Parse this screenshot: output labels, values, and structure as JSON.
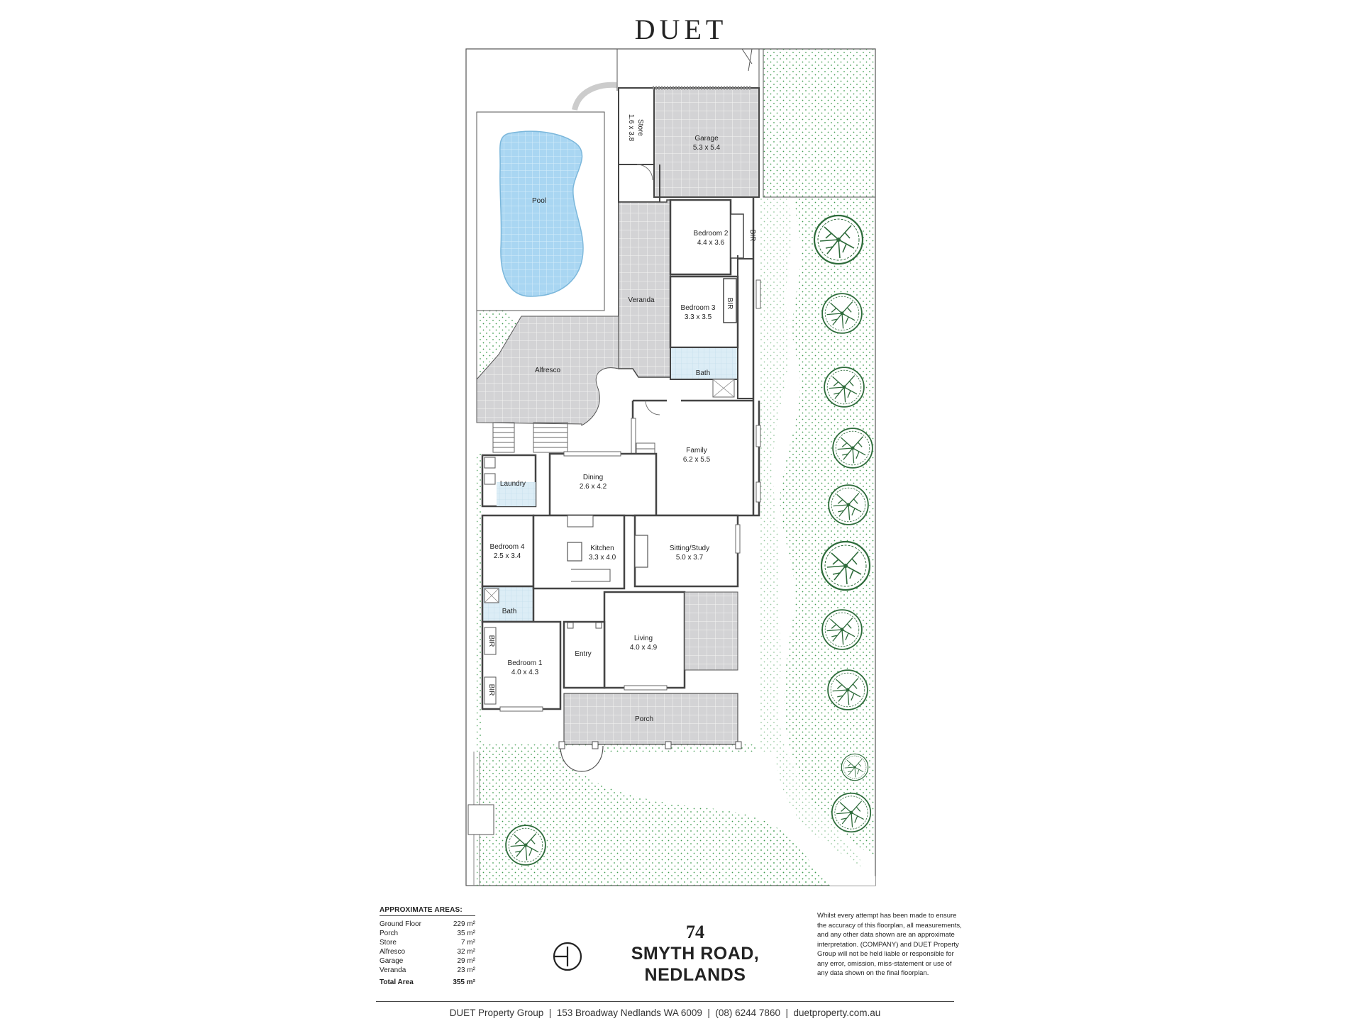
{
  "brand": "DUET",
  "rooms": {
    "store": {
      "name": "Store",
      "dims": "1.6 x 3.8"
    },
    "garage": {
      "name": "Garage",
      "dims": "5.3 x 5.4"
    },
    "pool": {
      "name": "Pool"
    },
    "bedroom2": {
      "name": "Bedroom 2",
      "dims": "4.4 x 3.6"
    },
    "bir": "BIR",
    "veranda": {
      "name": "Veranda"
    },
    "bedroom3": {
      "name": "Bedroom 3",
      "dims": "3.3 x 3.5"
    },
    "alfresco": {
      "name": "Alfresco"
    },
    "bath": {
      "name": "Bath"
    },
    "family": {
      "name": "Family",
      "dims": "6.2 x 5.5"
    },
    "laundry": {
      "name": "Laundry"
    },
    "dining": {
      "name": "Dining",
      "dims": "2.6 x 4.2"
    },
    "bedroom4": {
      "name": "Bedroom 4",
      "dims": "2.5 x 3.4"
    },
    "kitchen": {
      "name": "Kitchen",
      "dims": "3.3 x 4.0"
    },
    "sitting": {
      "name": "Sitting/Study",
      "dims": "5.0 x 3.7"
    },
    "living": {
      "name": "Living",
      "dims": "4.0 x 4.9"
    },
    "entry": {
      "name": "Entry"
    },
    "bedroom1": {
      "name": "Bedroom 1",
      "dims": "4.0 x 4.3"
    },
    "porch": {
      "name": "Porch"
    }
  },
  "areas": {
    "heading": "APPROXIMATE AREAS:",
    "items": [
      {
        "label": "Ground Floor",
        "value": "229 m²"
      },
      {
        "label": "Porch",
        "value": "35 m²"
      },
      {
        "label": "Store",
        "value": "7 m²"
      },
      {
        "label": "Alfresco",
        "value": "32 m²"
      },
      {
        "label": "Garage",
        "value": "29 m²"
      },
      {
        "label": "Veranda",
        "value": "23 m²"
      }
    ],
    "total_label": "Total Area",
    "total_value": "355 m²"
  },
  "address": {
    "number": "74",
    "line1": "SMYTH ROAD,",
    "line2": "NEDLANDS"
  },
  "disclaimer": "Whilst every attempt has been made to ensure the accuracy of this floorplan, all measurements, and any other data shown are an approximate interpretation. (COMPANY) and DUET Property Group will not be held liable or responsible for any error, omission, miss-statement or use of any data shown on the final floorplan.",
  "footer": "DUET Property Group  |  153 Broadway Nedlands WA 6009  |  (08) 6244 7860  |  duetproperty.com.au",
  "colors": {
    "pool": "#a9d6f2",
    "paving": "#d4d4d6",
    "tiles": "#d8ecf6",
    "lawn_dot": "#2e8a3e",
    "tree": "#2d6b3a"
  }
}
